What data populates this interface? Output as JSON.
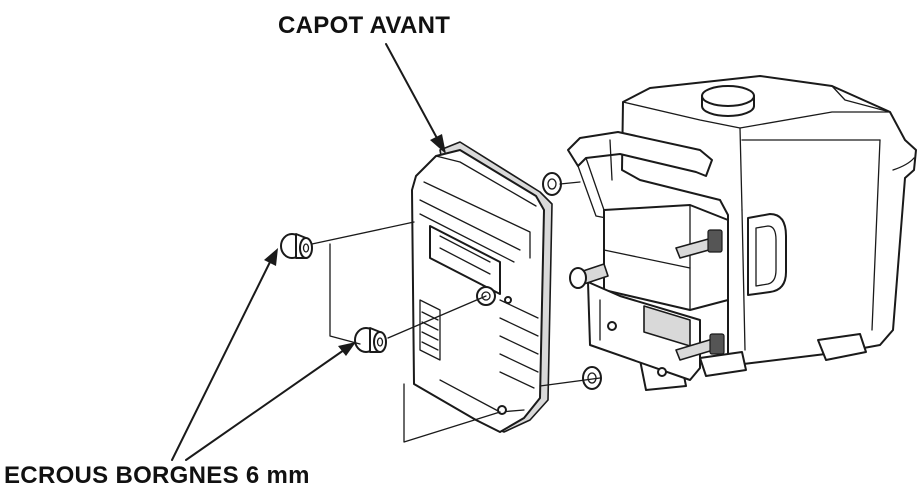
{
  "labels": {
    "front_cover": "CAPOT AVANT",
    "cap_nuts": "ECROUS BORGNES 6 mm"
  },
  "colors": {
    "ink": "#1a1a1a",
    "shade": "#d9d9d9",
    "background": "#ffffff"
  },
  "icons": {
    "generator": "generator-body-drawing",
    "front_cover": "front-cover-panel-drawing",
    "cap_nut": "cap-nut-drawing",
    "bolt": "bolt-drawing"
  }
}
